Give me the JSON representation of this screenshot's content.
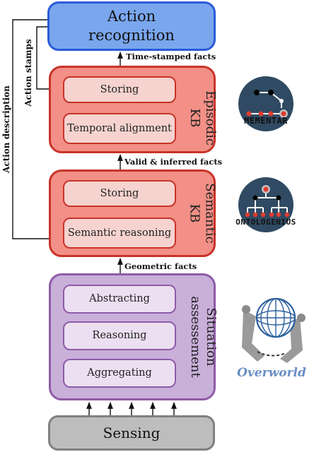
{
  "modules": {
    "action_recognition": {
      "title_line1": "Action",
      "title_line2": "recognition"
    },
    "episodic_kb": {
      "title_line1": "Episodic",
      "title_line2": "KB",
      "inner": [
        "Storing",
        "Temporal alignment"
      ]
    },
    "semantic_kb": {
      "title_line1": "Semantic",
      "title_line2": "KB",
      "inner": [
        "Storing",
        "Semantic reasoning"
      ]
    },
    "situation_assessement": {
      "title_line1": "Situation",
      "title_line2": "assessement",
      "inner": [
        "Abstracting",
        "Reasoning",
        "Aggregating"
      ]
    },
    "sensing": {
      "title": "Sensing"
    }
  },
  "edges": {
    "time_stamped_facts": "Time-stamped facts",
    "valid_inferred_facts": "Valid & inferred facts",
    "geometric_facts": "Geometric facts",
    "action_stamps": "Action stamps",
    "action_description": "Action description"
  },
  "logos": {
    "mementar": "MEMENTAR",
    "ontologenius": "ONTOLOGENIUS",
    "overworld": "Overworld"
  },
  "colors": {
    "action_fill": "#7aa6ee",
    "action_border": "#2a5bd7",
    "kb_fill": "#f28f86",
    "kb_border": "#c8332a",
    "situation_fill": "#c8b0d9",
    "situation_border": "#8e5ba8",
    "sensing_fill": "#bdbdbd",
    "sensing_border": "#808080",
    "logo_circle": "#2f4a62"
  }
}
